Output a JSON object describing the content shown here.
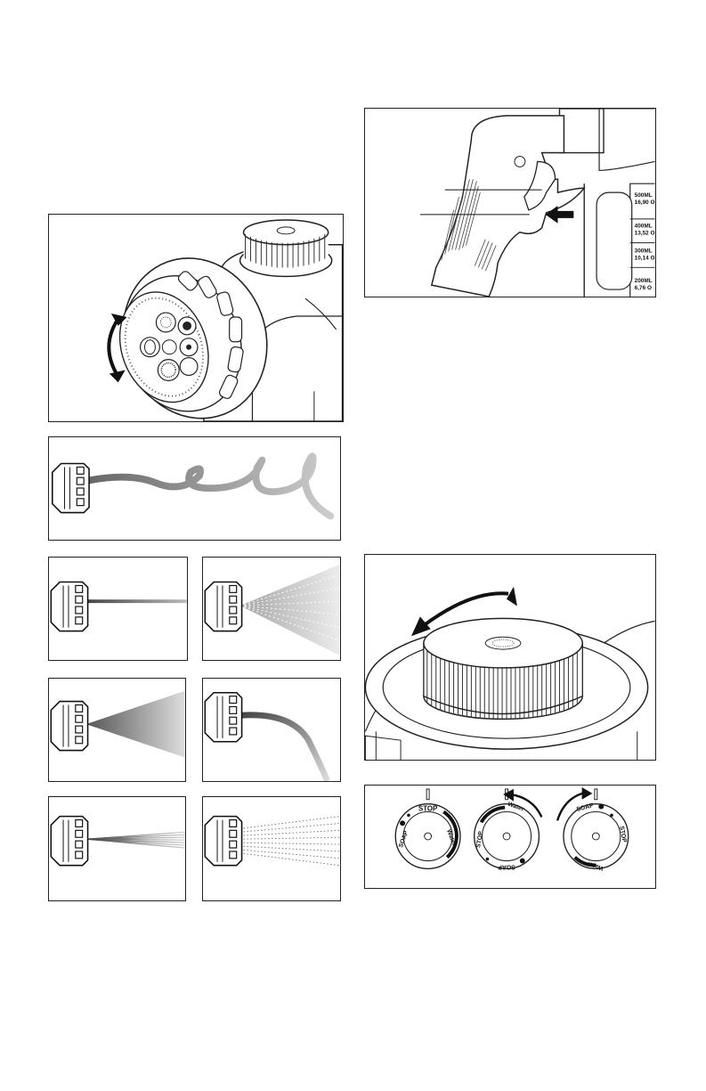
{
  "colors": {
    "ink": "#111111",
    "paper": "#ffffff",
    "shade": "#888888"
  },
  "figures": {
    "nozzle_dial": {
      "icon": "rotate-arrows-icon"
    },
    "spray_patterns": [
      "jet-pattern",
      "stream-pattern",
      "fan-pattern",
      "cone-pattern",
      "soaker-pattern",
      "flat-pattern",
      "mist-pattern"
    ],
    "trigger": {
      "icon": "arrow-left-icon"
    },
    "scale_labels": [
      {
        "top": "500ML",
        "bottom": "16,90 O"
      },
      {
        "top": "400ML",
        "bottom": "13,52 O"
      },
      {
        "top": "300ML",
        "bottom": "10,14 O"
      },
      {
        "top": "200ML",
        "bottom": "6,76 O"
      }
    ],
    "cap": {
      "icon": "rotate-arrows-icon"
    },
    "dials": [
      {
        "stop": "STOP",
        "water": "Water",
        "soap": "SOAP"
      },
      {
        "stop": "STOP",
        "water": "Water",
        "soap": "SOAP"
      },
      {
        "stop": "STOP",
        "water": "Water",
        "soap": "SOAP"
      }
    ]
  }
}
